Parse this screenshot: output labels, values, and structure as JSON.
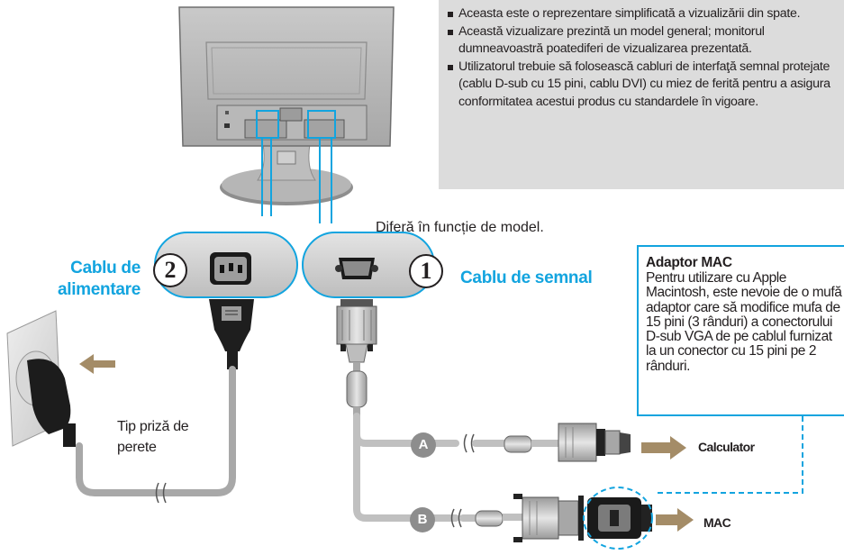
{
  "notes": [
    "Aceasta este o reprezentare simplificată a vizualizării din spate.",
    "Această vizualizare prezintă un model general; monitorul dumneavoastră poatediferi de vizualizarea prezentată.",
    "Utilizatorul trebuie să folosească cabluri de interfaţă semnal protejate (cablu D-sub cu 15 pini, cablu DVI) cu miez de ferită pentru a asigura conformitatea acestui produs cu standardele în vigoare."
  ],
  "varies_by_model": "Diferă în funcție de model.",
  "power_cable": {
    "number": "2",
    "label": "Cablu de alimentare"
  },
  "signal_cable": {
    "number": "1",
    "label": "Cablu de semnal"
  },
  "wall_outlet_label": "Tip priză de perete",
  "mac_adapter": {
    "title": "Adaptor MAC",
    "text": "Pentru utilizare cu Apple Macintosh, este nevoie de o mufă adaptor care să modifice mufa de 15 pini (3 rânduri) a conectorului D-sub VGA de pe cablul furnizat la un conector cu 15 pini pe 2 rânduri."
  },
  "branch_a": {
    "badge": "A",
    "label": "Calculator"
  },
  "branch_b": {
    "badge": "B",
    "label": "MAC"
  },
  "colors": {
    "accent": "#12a4df",
    "arrow": "#a48c67",
    "cable": "#a8a8a8",
    "note_bg": "#dcdcdc"
  }
}
